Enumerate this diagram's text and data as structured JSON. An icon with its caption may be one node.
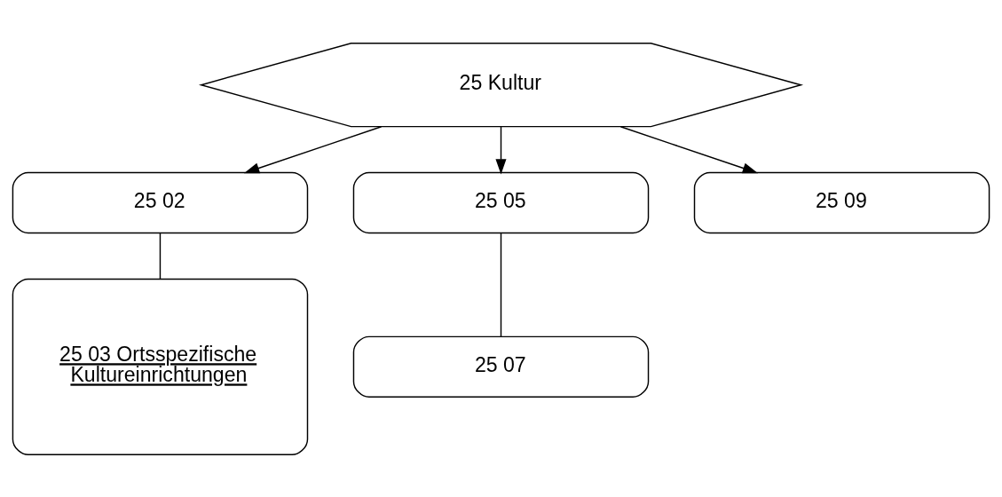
{
  "diagram": {
    "nodes": [
      {
        "text": [
          "25 Kultur"
        ]
      },
      {
        "text": [
          "25 02"
        ]
      },
      {
        "text": [
          "25 05"
        ]
      },
      {
        "text": [
          "25 09"
        ]
      },
      {
        "text": [
          "25 03 Ortsspezifische Kultureinrichtungen"
        ]
      },
      {
        "text": [
          "25 07"
        ]
      }
    ],
    "edges": [
      {
        "from": 0,
        "to": 1,
        "arrow": "to"
      },
      {
        "from": 0,
        "to": 2,
        "arrow": "to"
      },
      {
        "from": 0,
        "to": 3,
        "arrow": "to"
      },
      {
        "from": 1,
        "to": 4,
        "arrow": "none"
      },
      {
        "from": 2,
        "to": 5,
        "arrow": "none"
      }
    ]
  }
}
